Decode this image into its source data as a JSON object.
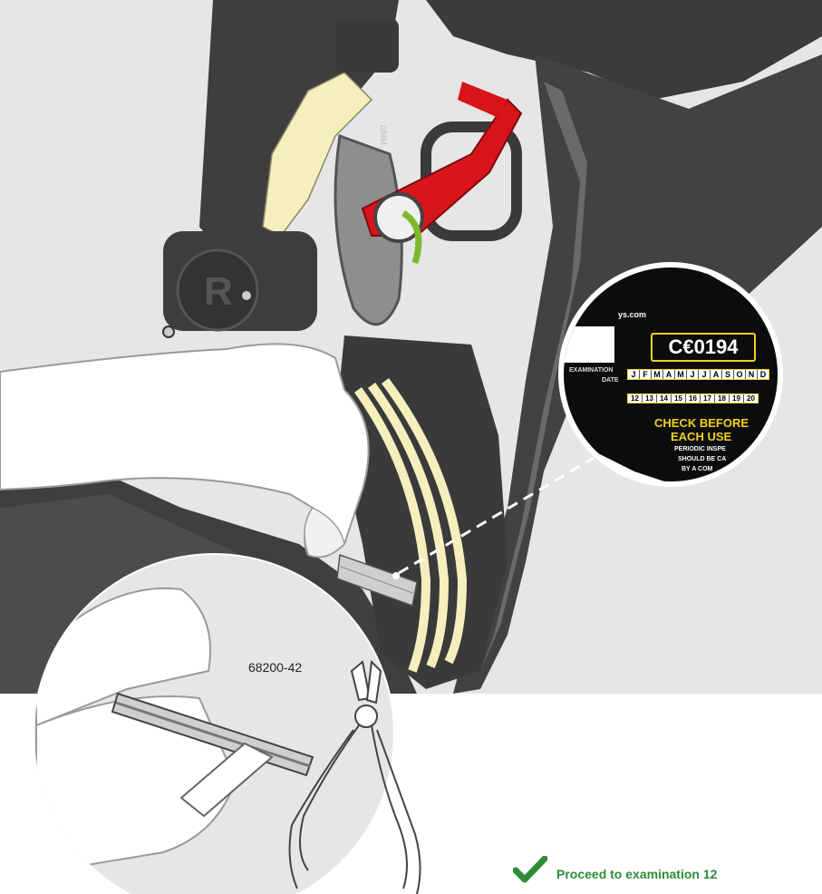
{
  "label": {
    "brand_fragment": "ys.com",
    "ce_mark": "C€0194",
    "exam_label_line1": "EXAMINATION",
    "exam_label_line2": "DATE",
    "months": [
      "J",
      "F",
      "M",
      "A",
      "M",
      "J",
      "J",
      "A",
      "S",
      "O",
      "N",
      "D"
    ],
    "years": [
      "12",
      "13",
      "14",
      "15",
      "16",
      "17",
      "18",
      "19",
      "20"
    ],
    "warning_line1": "CHECK BEFORE",
    "warning_line2": "EACH USE",
    "small_line1": "PERIODIC INSPE",
    "small_line2": "SHOULD BE CA",
    "small_line3": "BY A COM"
  },
  "device_text": "DMM",
  "part_number": "68200-42",
  "footer": {
    "text": "Proceed to examination 12",
    "icon": "check-icon"
  },
  "colors": {
    "red": "#d8151a",
    "webbing": "#f5efbd",
    "dark": "#4a4a4a",
    "green": "#2e8b3a",
    "label_yellow": "#f2d21b"
  }
}
